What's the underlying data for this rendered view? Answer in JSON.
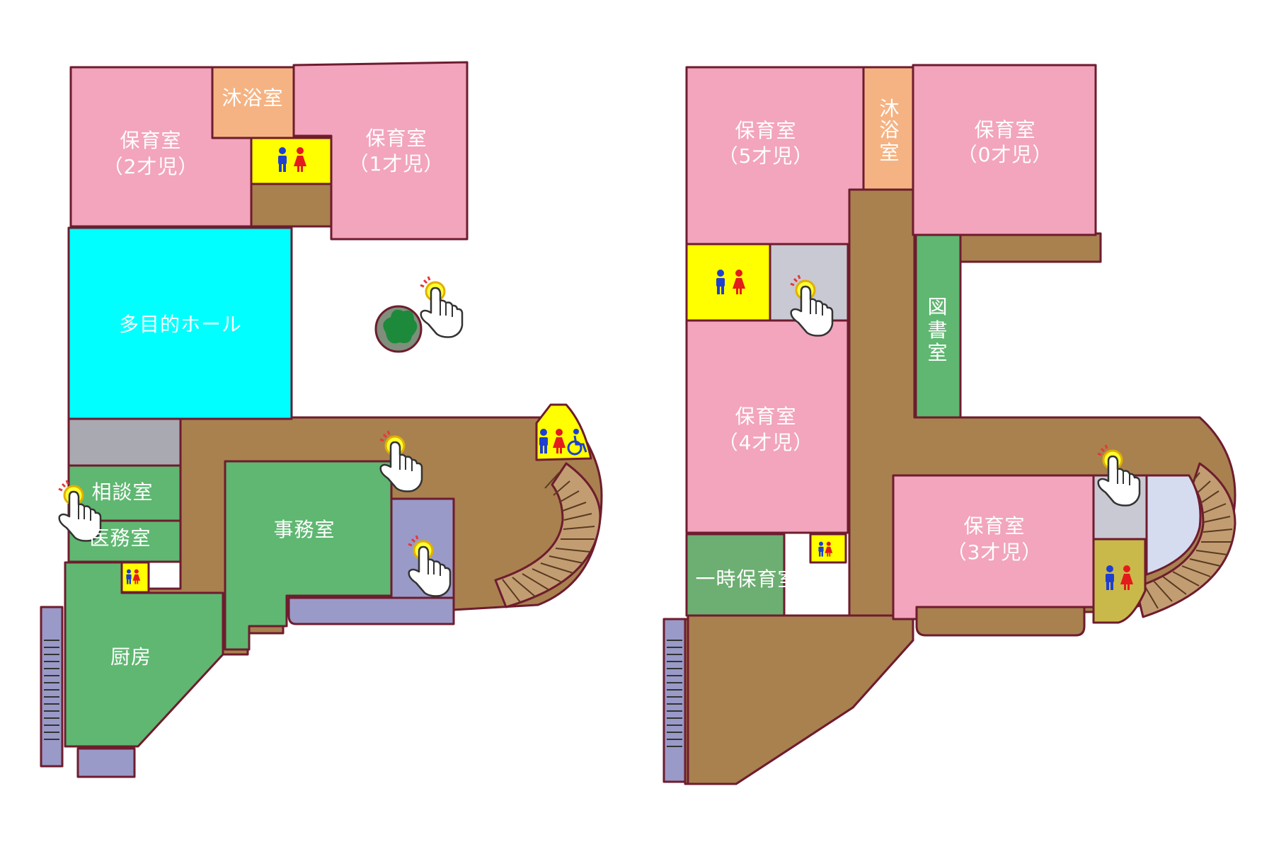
{
  "colors": {
    "corridor": "#a8814f",
    "classroom": "#f2a5bd",
    "bath": "#f5b383",
    "toilet": "#ffff00",
    "hall": "#00ffff",
    "office": "#5fb771",
    "storage": "#9a9ac8",
    "gray": "#a9a9b1",
    "outline": "#6e1c2e"
  },
  "floor1": {
    "nursery_2": {
      "line1": "保育室",
      "line2": "（2才児）"
    },
    "nursery_1": {
      "line1": "保育室",
      "line2": "（1才児）"
    },
    "bath": "沐浴室",
    "hall": "多目的ホール",
    "consult": "相談室",
    "medical": "医務室",
    "office": "事務室",
    "kitchen": "厨房"
  },
  "floor2": {
    "nursery_5": {
      "line1": "保育室",
      "line2": "（5才児）"
    },
    "nursery_0": {
      "line1": "保育室",
      "line2": "（0才児）"
    },
    "nursery_4": {
      "line1": "保育室",
      "line2": "（4才児）"
    },
    "nursery_3": {
      "line1": "保育室",
      "line2": "（3才児）"
    },
    "bath_chars": [
      "沐",
      "浴",
      "室"
    ],
    "library_chars": [
      "図",
      "書",
      "室"
    ],
    "temp_care": "一時保育室"
  },
  "icons": {
    "pointer": "tap-hand-icon",
    "toilet": "restroom-icon",
    "accessible": "wheelchair-icon",
    "tree": "tree-icon"
  }
}
